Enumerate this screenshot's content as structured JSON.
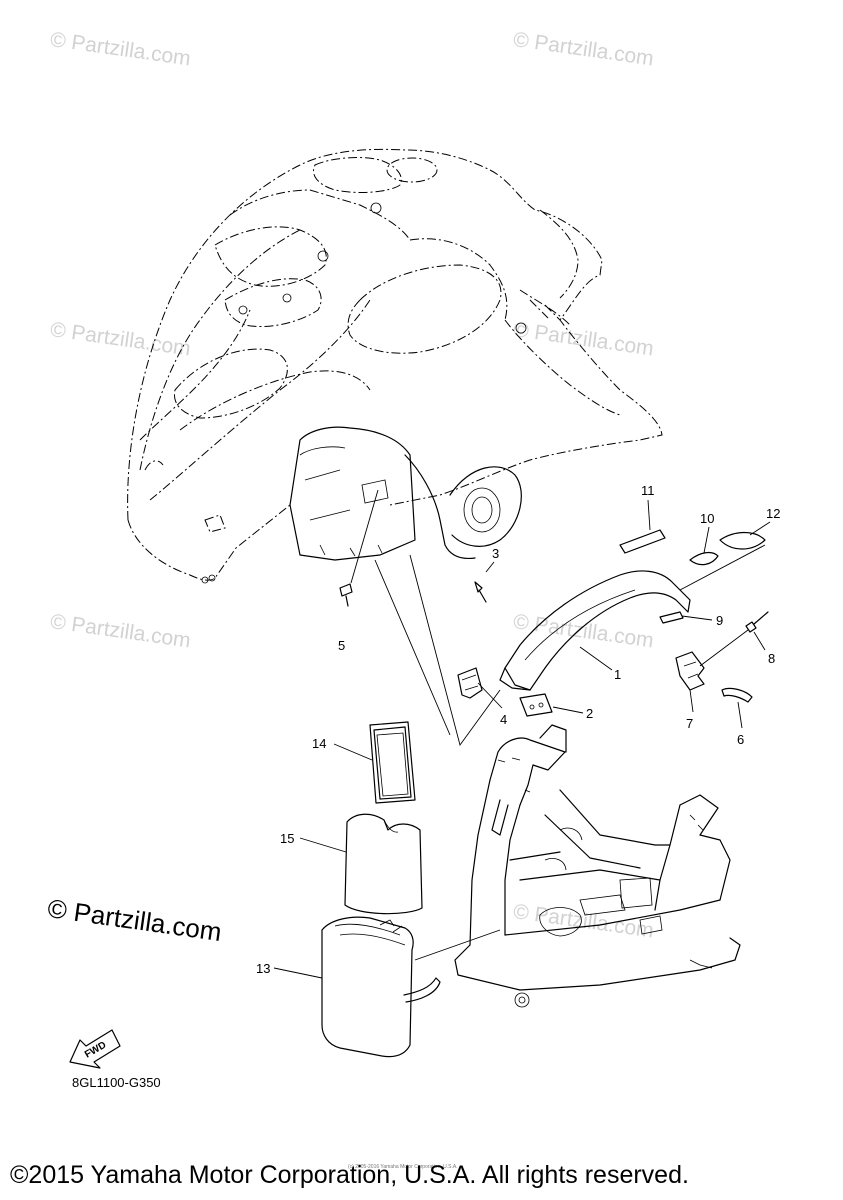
{
  "watermark": "© Partzilla.com",
  "watermark_large": "© Partzilla.com",
  "callouts": [
    "1",
    "2",
    "3",
    "4",
    "5",
    "6",
    "7",
    "8",
    "9",
    "10",
    "11",
    "12",
    "13",
    "14",
    "15"
  ],
  "fwd_label": "FWD",
  "drawing_code": "8GL1100-G350",
  "tiny_credit": "(c) 2005-2016 Yamaha Motor Corporation, U.S.A.",
  "copyright": "©2015 Yamaha Motor Corporation, U.S.A. All rights reserved."
}
